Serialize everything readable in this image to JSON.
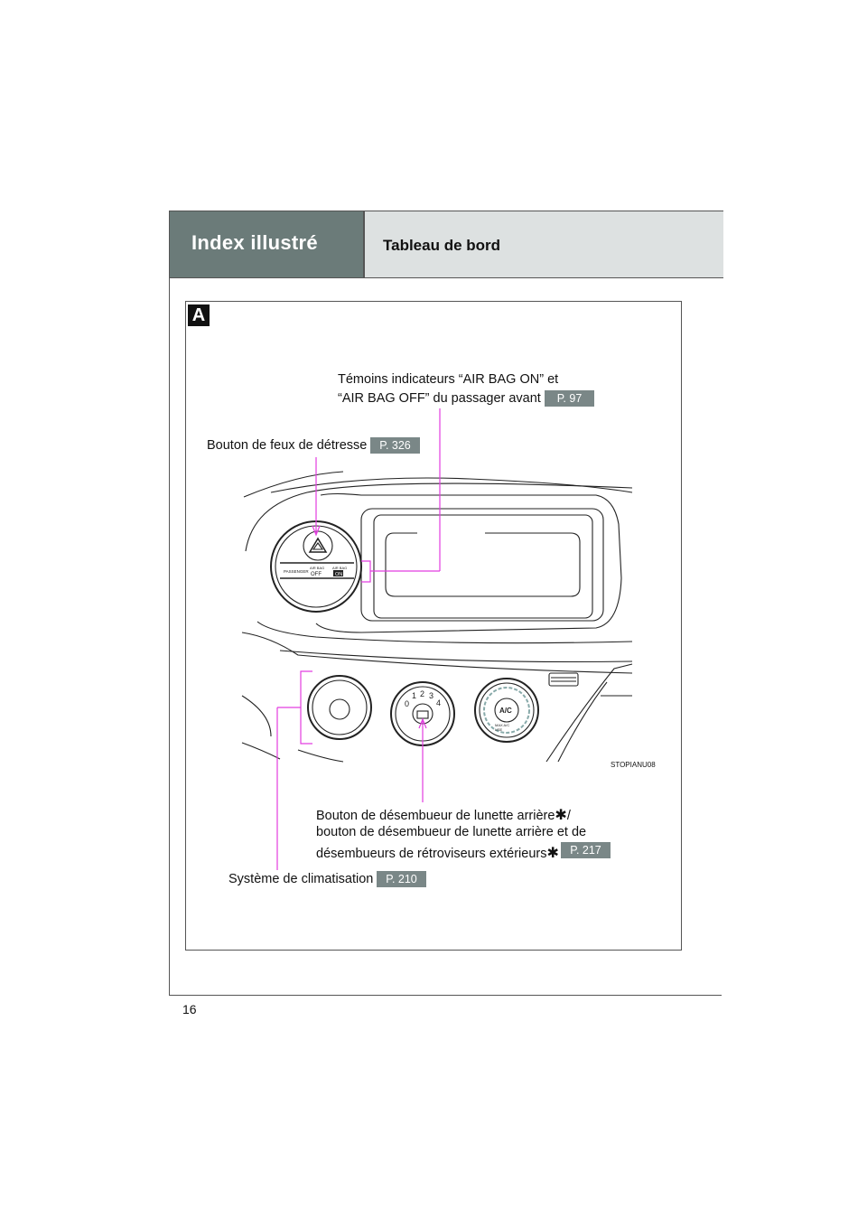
{
  "header": {
    "section": "Index illustré",
    "title": "Tableau de bord"
  },
  "figure": {
    "tag": "A",
    "code": "STOPIANU08",
    "labels": {
      "airbag_line1": "Témoins indicateurs “AIR BAG ON” et",
      "airbag_line2": "“AIR BAG OFF” du passager avant",
      "airbag_ref": "P. 97",
      "hazard": "Bouton de feux de détresse",
      "hazard_ref": "P. 326",
      "defog_line1": "Bouton de désembueur de lunette arrière",
      "defog_line1_suffix": "/",
      "defog_line2": "bouton de désembueur de lunette arrière et de",
      "defog_line3": "désembueurs de rétroviseurs extérieurs",
      "defog_ref": "P. 217",
      "asterisk": "✱",
      "climate": "Système de climatisation",
      "climate_ref": "P. 210"
    },
    "panel": {
      "passenger": "PASSENGER",
      "airbag": "AIR BAG",
      "off": "OFF",
      "on": "ON",
      "fan": [
        "0",
        "1",
        "2",
        "3",
        "4"
      ],
      "ac": "A/C",
      "maxac": "MAX A/C",
      "use": "USE"
    }
  },
  "page_number": "16",
  "colors": {
    "header_dark": "#6b7b79",
    "header_light": "#dde1e1",
    "leader": "#e23de0",
    "badge": "#7a8787"
  }
}
